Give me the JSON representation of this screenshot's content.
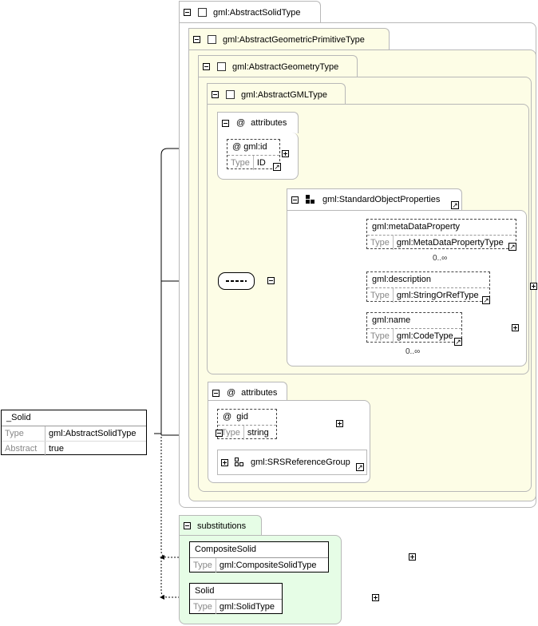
{
  "types": {
    "abstract_solid": "gml:AbstractSolidType",
    "abstract_geometric_primitive": "gml:AbstractGeometricPrimitiveType",
    "abstract_geometry": "gml:AbstractGeometryType",
    "abstract_gml": "gml:AbstractGMLType"
  },
  "attributes_label": "attributes",
  "at_symbol": "@",
  "type_label": "Type",
  "abstract_label": "Abstract",
  "gml_id": {
    "name": "gml:id",
    "type": "ID"
  },
  "standard_object_properties": "gml:StandardObjectProperties",
  "meta_data_property": {
    "name": "gml:metaDataProperty",
    "type": "gml:MetaDataPropertyType",
    "occurs": "0..∞"
  },
  "description": {
    "name": "gml:description",
    "type": "gml:StringOrRefType"
  },
  "name_el": {
    "name": "gml:name",
    "type": "gml:CodeType",
    "occurs": "0..∞"
  },
  "gid": {
    "name": "gid",
    "type": "string"
  },
  "srs_reference_group": "gml:SRSReferenceGroup",
  "solid_root": {
    "name": "_Solid",
    "type": "gml:AbstractSolidType",
    "abstract": "true"
  },
  "substitutions_label": "substitutions",
  "composite_solid": {
    "name": "CompositeSolid",
    "type": "gml:CompositeSolidType"
  },
  "solid": {
    "name": "Solid",
    "type": "gml:SolidType"
  }
}
